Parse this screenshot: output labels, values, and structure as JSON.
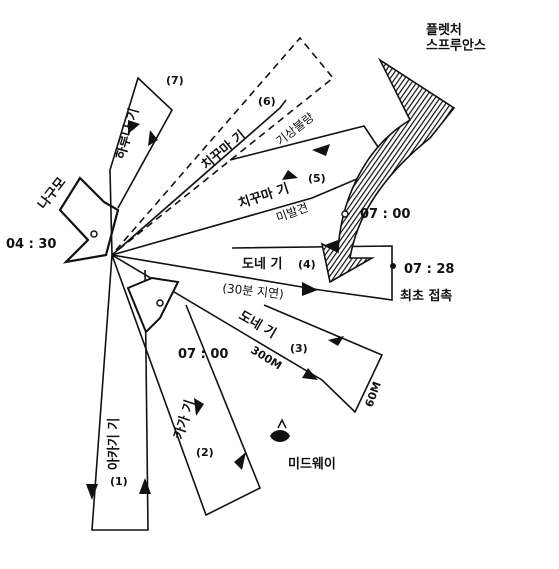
{
  "fleets": {
    "fletcher": "플렛처\n스프루안스",
    "nagumo": "나구모",
    "midway": "미드웨이"
  },
  "times": {
    "t0430": "04 : 30",
    "t0700_east": "07 : 00",
    "t0700_west": "07 : 00",
    "t0728": "07 : 28",
    "first_contact": "최초 접촉"
  },
  "search_planes": [
    {
      "id": "1",
      "name": "아카기 기",
      "num": "(1)"
    },
    {
      "id": "2",
      "name": "카가 기",
      "num": "(2)"
    },
    {
      "id": "3",
      "name": "도네 기",
      "num": "(3)",
      "dist": "300M",
      "leg": "60M"
    },
    {
      "id": "4",
      "name": "도네 기",
      "num": "(4)",
      "note": "(30분 지연)"
    },
    {
      "id": "5",
      "name": "치꾸마 기",
      "num": "(5)",
      "note": "미발견"
    },
    {
      "id": "6",
      "name": "치꾸마 기",
      "num": "(6)",
      "note": "기상불량"
    },
    {
      "id": "7",
      "name": "하루나 기",
      "num": "(7)"
    }
  ],
  "colors": {
    "ink": "#111111",
    "paper": "#ffffff"
  }
}
